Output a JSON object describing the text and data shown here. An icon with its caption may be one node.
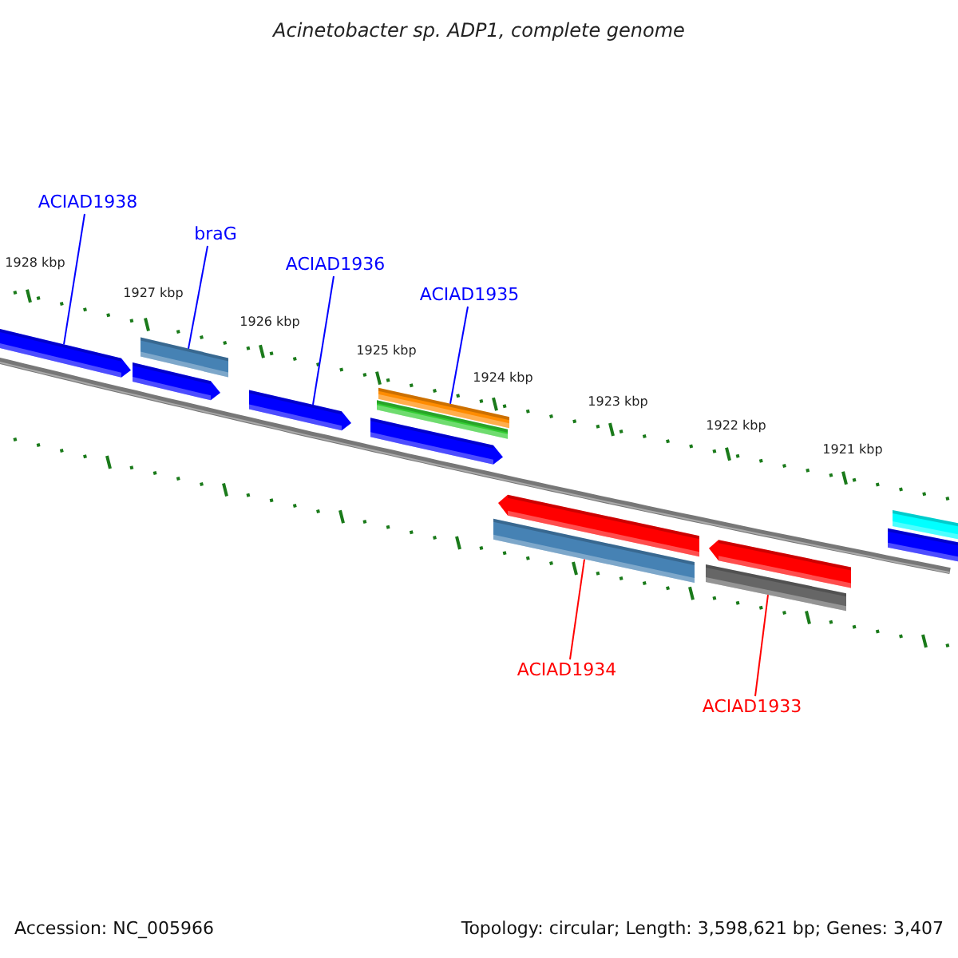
{
  "diagram": {
    "title": "Acinetobacter sp. ADP1, complete genome",
    "nodes": [
      {
        "text": [
          "ACIAD1938"
        ]
      },
      {
        "text": [
          "braG"
        ]
      },
      {
        "text": [
          "ACIAD1936"
        ]
      },
      {
        "text": [
          "ACIAD1935"
        ]
      },
      {
        "text": [
          "ACIAD1934"
        ]
      },
      {
        "text": [
          "ACIAD1933"
        ]
      },
      {
        "text": [],
        "shape": "bar"
      },
      {
        "text": [],
        "shape": "bar"
      },
      {
        "text": [],
        "shape": "bar"
      },
      {
        "text": [],
        "shape": "bar"
      },
      {
        "text": [],
        "shape": "bar"
      },
      {
        "text": [],
        "shape": "bar"
      },
      {
        "text": [],
        "shape": "bar"
      },
      {
        "text": [],
        "shape": "bar"
      },
      {
        "text": [],
        "shape": "bar"
      },
      {
        "text": [],
        "shape": "bar"
      },
      {
        "text": [],
        "shape": "bar"
      },
      {
        "text": [],
        "shape": "bar"
      },
      {
        "text": [],
        "shape": "bar"
      }
    ],
    "edges": [
      {
        "from": 0,
        "to": 6,
        "arrow": "none"
      },
      {
        "from": 1,
        "to": 7,
        "arrow": "none"
      },
      {
        "from": 2,
        "to": 9,
        "arrow": "none"
      },
      {
        "from": 3,
        "to": 12,
        "arrow": "none"
      },
      {
        "from": 4,
        "to": 13,
        "arrow": "none",
        "color": "#ff0000"
      },
      {
        "from": 5,
        "to": 15,
        "arrow": "none",
        "color": "#ff0000"
      }
    ],
    "labels": [
      "1928 kbp",
      "1927 kbp",
      "1926 kbp",
      "1925 kbp",
      "1924 kbp",
      "1923 kbp",
      "1922 kbp",
      "1921 kbp",
      "Accession: NC_005966",
      "Topology: circular; Length: 3,598,621 bp; Genes: 3,407"
    ]
  }
}
